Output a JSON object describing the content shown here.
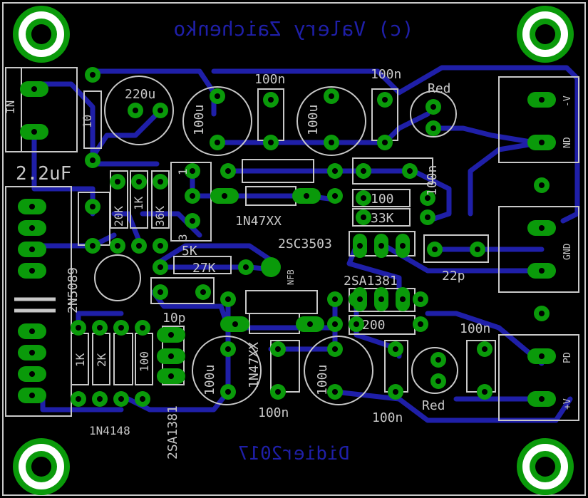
{
  "credit": "(c) Valery Zaichenko",
  "author": "Didier2017",
  "labels": {
    "in": "IN",
    "cap_in": "2.2uF",
    "c220": "220u",
    "r10": "10",
    "c100u_a": "100u",
    "c100u_b": "100u",
    "c100u_c": "100u",
    "c100u_d": "100u",
    "n100_a": "100n",
    "n100_b": "100n",
    "n100_c": "100n",
    "n100_d": "100n",
    "n100_e": "100n",
    "n100_f": "100n",
    "red_top": "Red",
    "red_bot": "Red",
    "minus_v": "-V",
    "gnd_top": "ND",
    "gnd": "GND",
    "pd": "PD",
    "plus_v": "+V",
    "d1": "1N47XX",
    "d2": "1N47XX",
    "r100": "100",
    "r33k": "33K",
    "t1": "2SC3503",
    "c22p": "22p",
    "r5k": "5K",
    "r27k": "27K",
    "nfb": "NFB",
    "t2": "2SA1381",
    "t3": "2SA1381",
    "r200": "200",
    "c10p": "10p",
    "jfet": "2N5089",
    "r1k": "1K",
    "r2k": "2K",
    "r100b": "100",
    "d3": "1N4148",
    "r20k": "20K",
    "r1kb": "1K",
    "r36k": "36K",
    "pin1": "1",
    "pin3": "3"
  }
}
